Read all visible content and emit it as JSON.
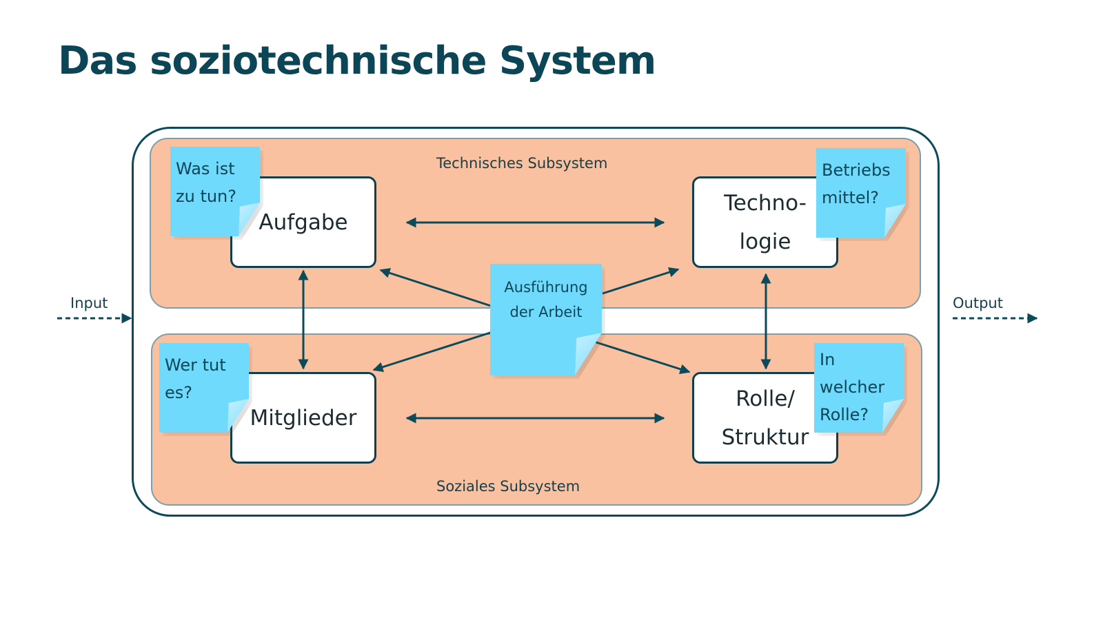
{
  "title": "Das soziotechnische System",
  "subsystems": {
    "technical": "Technisches Subsystem",
    "social": "Soziales Subsystem"
  },
  "io": {
    "input": "Input",
    "output": "Output"
  },
  "boxes": {
    "aufgabe": {
      "lines": [
        "Aufgabe"
      ]
    },
    "technologie": {
      "lines": [
        "Techno-",
        "logie"
      ]
    },
    "mitglieder": {
      "lines": [
        "Mitglieder"
      ]
    },
    "rolle": {
      "lines": [
        "Rolle/",
        "Struktur"
      ]
    }
  },
  "notes": {
    "aufgabe": {
      "lines": [
        "Was ist",
        "zu tun?"
      ]
    },
    "technologie": {
      "lines": [
        "Betriebs",
        "mittel?"
      ]
    },
    "mitglieder": {
      "lines": [
        "Wer tut",
        "es?"
      ]
    },
    "rolle": {
      "lines": [
        "In",
        "welcher",
        "Rolle?"
      ]
    },
    "center": {
      "lines": [
        "Ausführung",
        "der Arbeit"
      ]
    }
  },
  "colors": {
    "title": "#0b4556",
    "band_fill": "#f9c1a0",
    "note_fill": "#6fdafc",
    "line": "#0d4a59"
  }
}
